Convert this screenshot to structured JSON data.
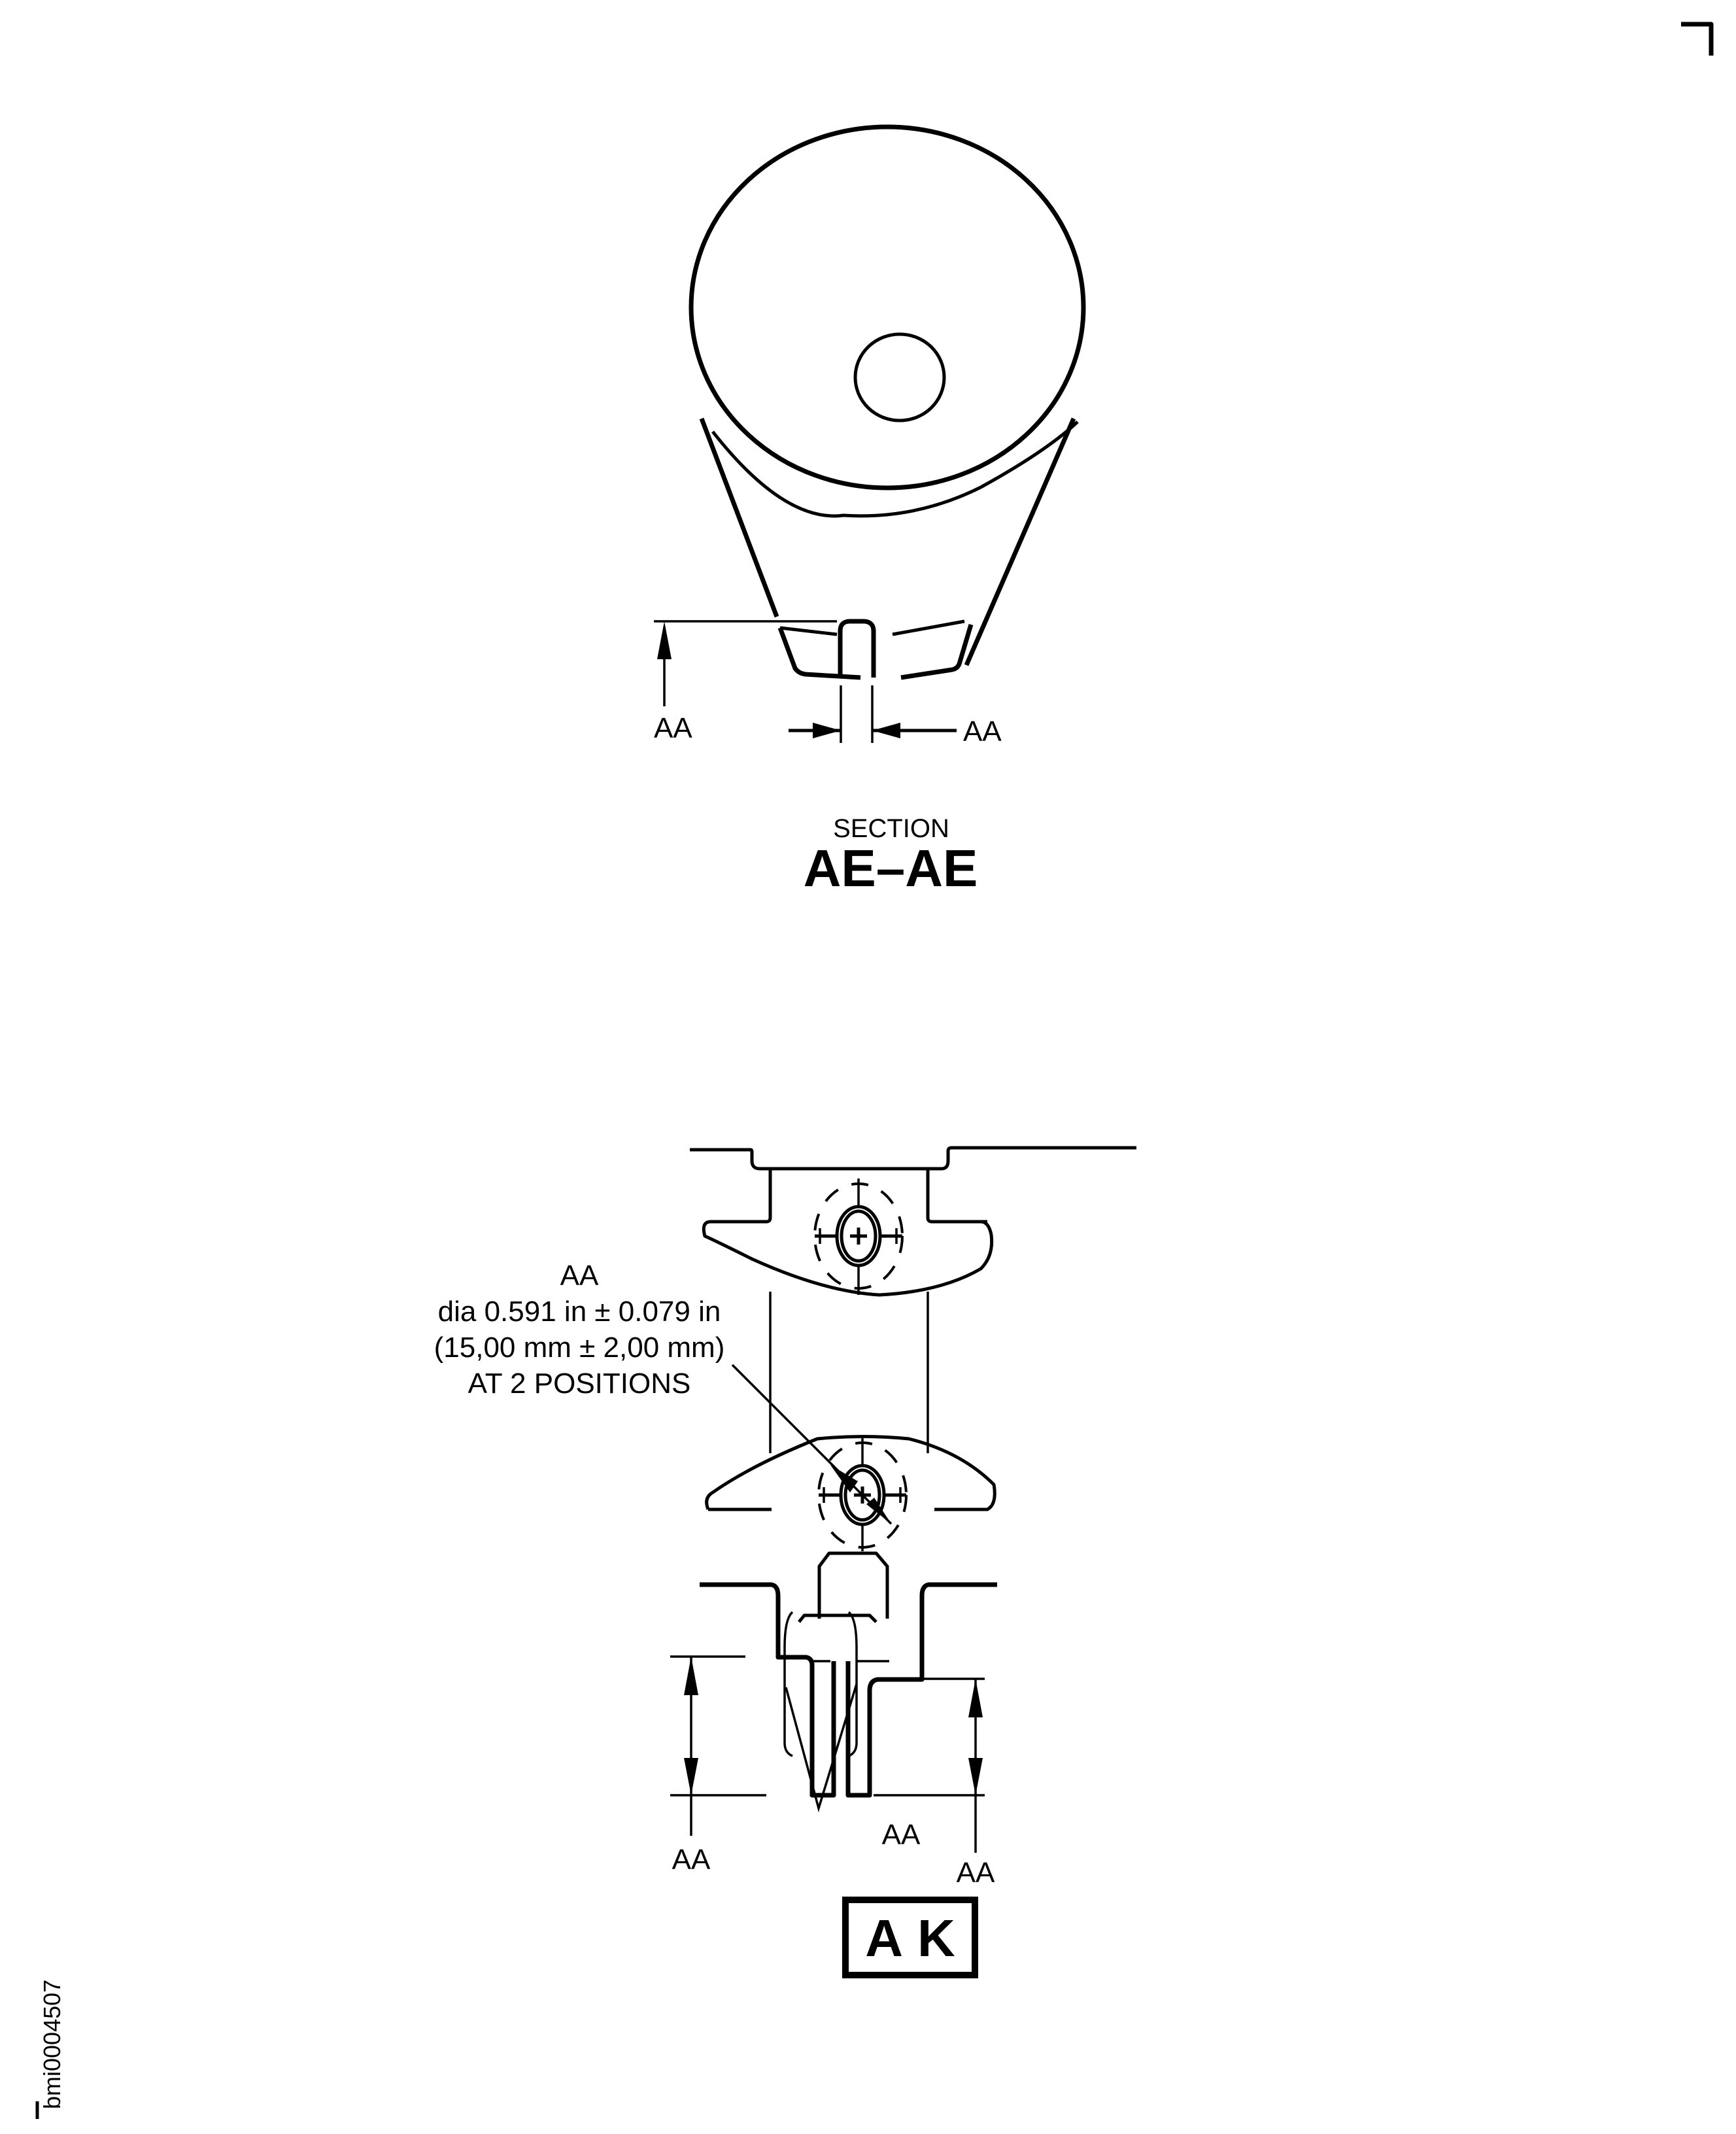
{
  "drawing": {
    "section_view": {
      "caption_small": "SECTION",
      "caption_large": "AE–AE",
      "dimension_labels": {
        "height_left": "AA",
        "slot_width_right": "AA"
      }
    },
    "detail_view": {
      "note": {
        "line1": "AA",
        "line2": "dia 0.591 in ± 0.079 in",
        "line3": "(15,00 mm ± 2,00 mm)",
        "line4": "AT 2 POSITIONS"
      },
      "dimension_labels": {
        "left_height": "AA",
        "center_thickness": "AA",
        "right_height": "AA"
      },
      "view_label": "AK"
    },
    "figure_id": "bmi0004507",
    "colors": {
      "line": "#000000",
      "background": "#ffffff"
    }
  }
}
